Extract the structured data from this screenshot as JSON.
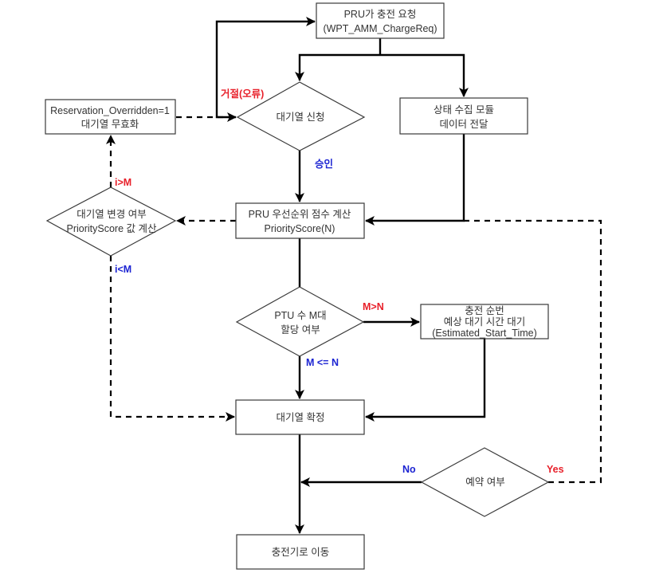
{
  "diagram": {
    "nodes": {
      "charge_request": {
        "lines": [
          "PRU가 충전 요청",
          "(WPT_AMM_ChargeReq)"
        ],
        "shape": "rectangle"
      },
      "queue_apply": {
        "lines": [
          "대기열 신청"
        ],
        "shape": "diamond"
      },
      "status_module": {
        "lines": [
          "상태 수집 모듈",
          "데이터 전달"
        ],
        "shape": "rectangle"
      },
      "reservation_overridden": {
        "lines": [
          "Reservation_Overridden=1",
          "대기열 무효화"
        ],
        "shape": "rectangle"
      },
      "queue_change": {
        "lines": [
          "대기열 변경 여부",
          "PriorityScore 값 계산"
        ],
        "shape": "diamond"
      },
      "priority_score": {
        "lines": [
          "PRU 우선순위 점수 계산",
          "PriorityScore(N)"
        ],
        "shape": "rectangle"
      },
      "ptu_count": {
        "lines": [
          "PTU 수 M대",
          "할당 여부"
        ],
        "shape": "diamond"
      },
      "charge_order": {
        "lines": [
          "충전 순번",
          "예상 대기 시간 대기",
          "(Estimated_Start_Time)"
        ],
        "shape": "rectangle"
      },
      "queue_confirm": {
        "lines": [
          "대기열 확정"
        ],
        "shape": "rectangle"
      },
      "reservation_check": {
        "lines": [
          "예약 여부"
        ],
        "shape": "diamond"
      },
      "move_to_charger": {
        "lines": [
          "충전기로 이동"
        ],
        "shape": "rectangle"
      }
    },
    "edge_labels": {
      "reject": {
        "text": "거절(오류)",
        "color": "#e8202a"
      },
      "approve": {
        "text": "승인",
        "color": "#1c24d2"
      },
      "i_greater_m": {
        "text": "i>M",
        "color": "#e8202a"
      },
      "i_less_m": {
        "text": "i<M",
        "color": "#1c24d2"
      },
      "m_greater_n": {
        "text": "M>N",
        "color": "#e8202a"
      },
      "m_le_n": {
        "text": "M <= N",
        "color": "#1c24d2"
      },
      "no": {
        "text": "No",
        "color": "#1c24d2"
      },
      "yes": {
        "text": "Yes",
        "color": "#e8202a"
      }
    },
    "edges": [
      {
        "from": "charge_request",
        "to": "queue_apply",
        "style": "solid"
      },
      {
        "from": "charge_request",
        "to": "status_module",
        "style": "solid"
      },
      {
        "from": "queue_apply",
        "to": "charge_request",
        "style": "solid",
        "label": "reject"
      },
      {
        "from": "queue_apply",
        "to": "priority_score",
        "style": "solid",
        "label": "approve"
      },
      {
        "from": "status_module",
        "to": "priority_score",
        "style": "solid"
      },
      {
        "from": "reservation_overridden",
        "to": "queue_apply",
        "style": "dashed"
      },
      {
        "from": "priority_score",
        "to": "queue_change",
        "style": "dashed"
      },
      {
        "from": "queue_change",
        "to": "reservation_overridden",
        "style": "dashed",
        "label": "i_greater_m"
      },
      {
        "from": "queue_change",
        "to": "queue_confirm",
        "style": "dashed",
        "label": "i_less_m"
      },
      {
        "from": "priority_score",
        "to": "ptu_count",
        "style": "solid"
      },
      {
        "from": "ptu_count",
        "to": "charge_order",
        "style": "solid",
        "label": "m_greater_n"
      },
      {
        "from": "ptu_count",
        "to": "queue_confirm",
        "style": "solid",
        "label": "m_le_n"
      },
      {
        "from": "charge_order",
        "to": "queue_confirm",
        "style": "solid"
      },
      {
        "from": "queue_confirm",
        "to": "move_to_charger",
        "style": "solid"
      },
      {
        "from": "reservation_check",
        "to": "move_to_charger",
        "style": "solid",
        "label": "no"
      },
      {
        "from": "reservation_check",
        "to": "priority_score",
        "style": "dashed",
        "label": "yes"
      }
    ]
  }
}
